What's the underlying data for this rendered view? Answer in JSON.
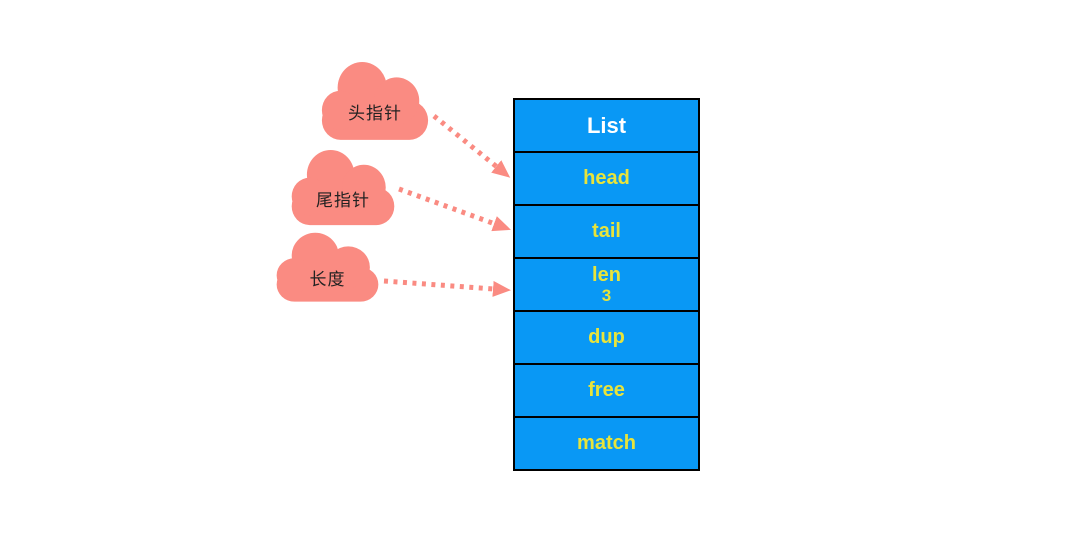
{
  "diagram": {
    "description": "Redis list structure diagram: three pointer clouds referencing fields of a List struct"
  },
  "clouds": [
    {
      "label": "头指针",
      "points_to": "head"
    },
    {
      "label": "尾指针",
      "points_to": "tail"
    },
    {
      "label": "长度",
      "points_to": "len"
    }
  ],
  "structure_table": {
    "title": "List",
    "rows": [
      {
        "label": "head"
      },
      {
        "label": "tail"
      },
      {
        "label": "len",
        "value": "3"
      },
      {
        "label": "dup"
      },
      {
        "label": "free"
      },
      {
        "label": "match"
      }
    ]
  },
  "colors": {
    "cloud_fill": "#FA8B82",
    "arrow": "#FA8B82",
    "cell_blue": "#0998F5",
    "label_yellow": "#E8E43B",
    "title_white": "#FFFFFF",
    "border_black": "#000000",
    "cloud_text": "#222222",
    "background": "#FFFFFF"
  }
}
